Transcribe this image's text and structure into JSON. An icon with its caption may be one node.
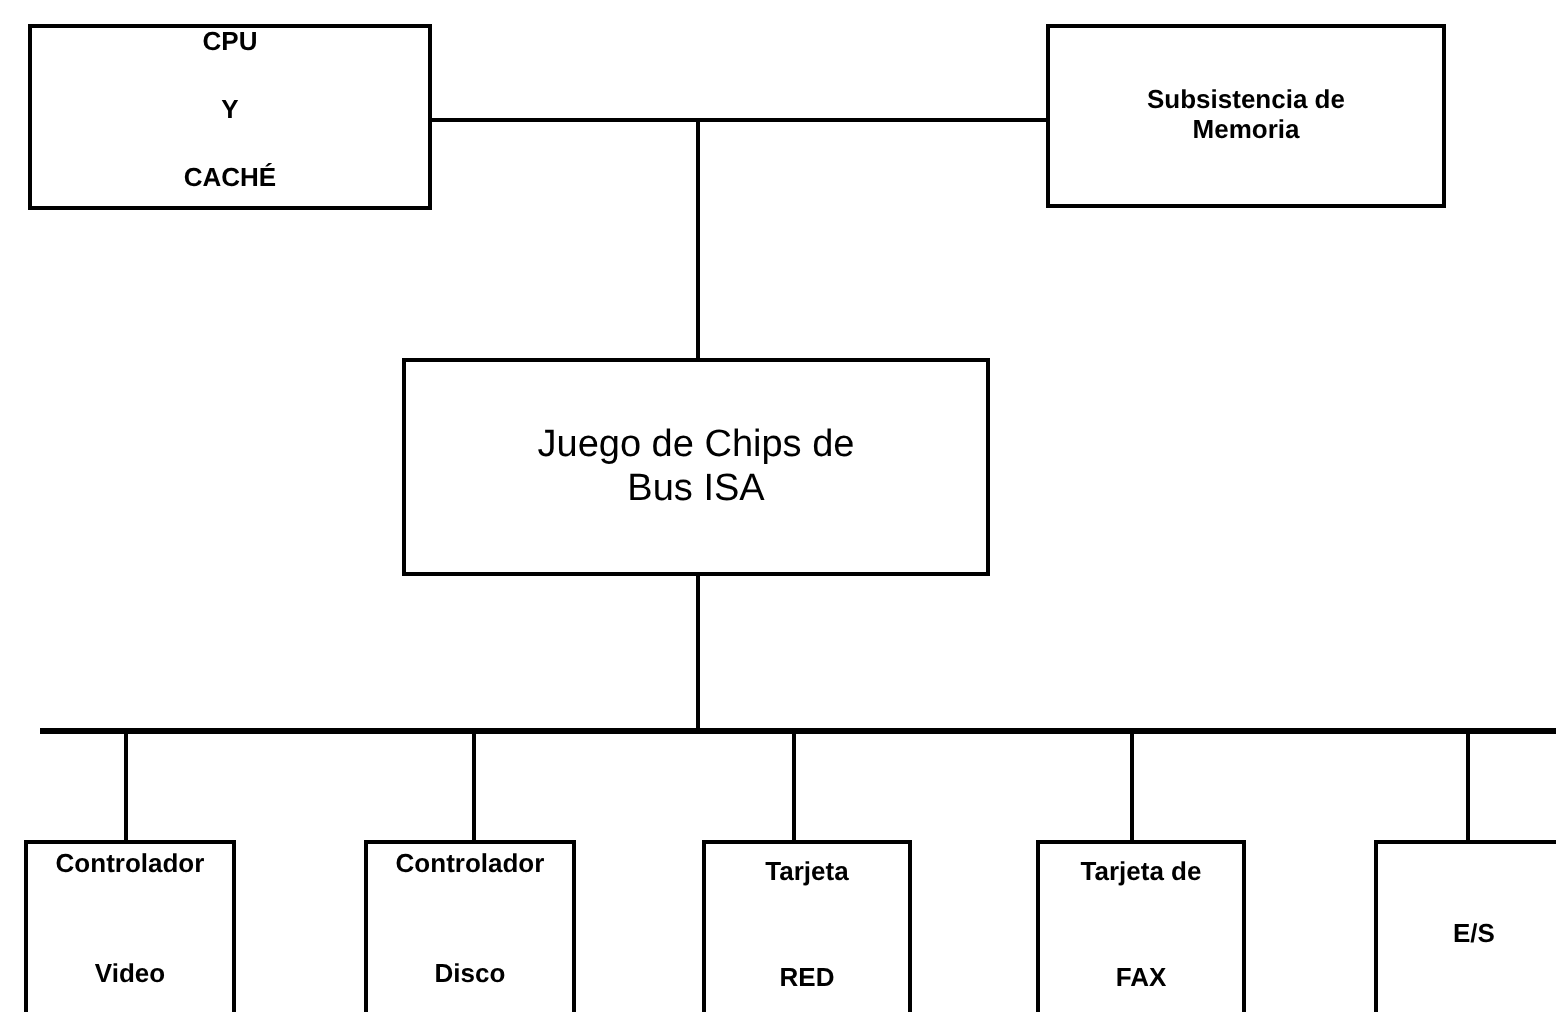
{
  "diagram": {
    "nodes": [
      {
        "text": [
          "CPU",
          "Y",
          "CACHÉ"
        ]
      },
      {
        "text": [
          "Subsistencia de Memoria"
        ]
      },
      {
        "text": [
          "Juego de Chips de Bus ISA"
        ]
      },
      {
        "text": [],
        "shape": "bar"
      },
      {
        "text": [
          "Controlador",
          "Video"
        ]
      },
      {
        "text": [
          "Controlador",
          "Disco"
        ]
      },
      {
        "text": [
          "Tarjeta",
          "RED"
        ]
      },
      {
        "text": [
          "Tarjeta de",
          "FAX"
        ]
      },
      {
        "text": [
          "E/S"
        ]
      }
    ],
    "edges": [
      {
        "from": 2,
        "to": 0,
        "arrow": "none"
      },
      {
        "from": 2,
        "to": 1,
        "arrow": "none"
      },
      {
        "from": 2,
        "to": 3,
        "arrow": "none"
      },
      {
        "from": 3,
        "to": 4,
        "arrow": "none"
      },
      {
        "from": 3,
        "to": 5,
        "arrow": "none"
      },
      {
        "from": 3,
        "to": 6,
        "arrow": "none"
      },
      {
        "from": 3,
        "to": 7,
        "arrow": "none"
      },
      {
        "from": 3,
        "to": 8,
        "arrow": "none"
      }
    ]
  }
}
